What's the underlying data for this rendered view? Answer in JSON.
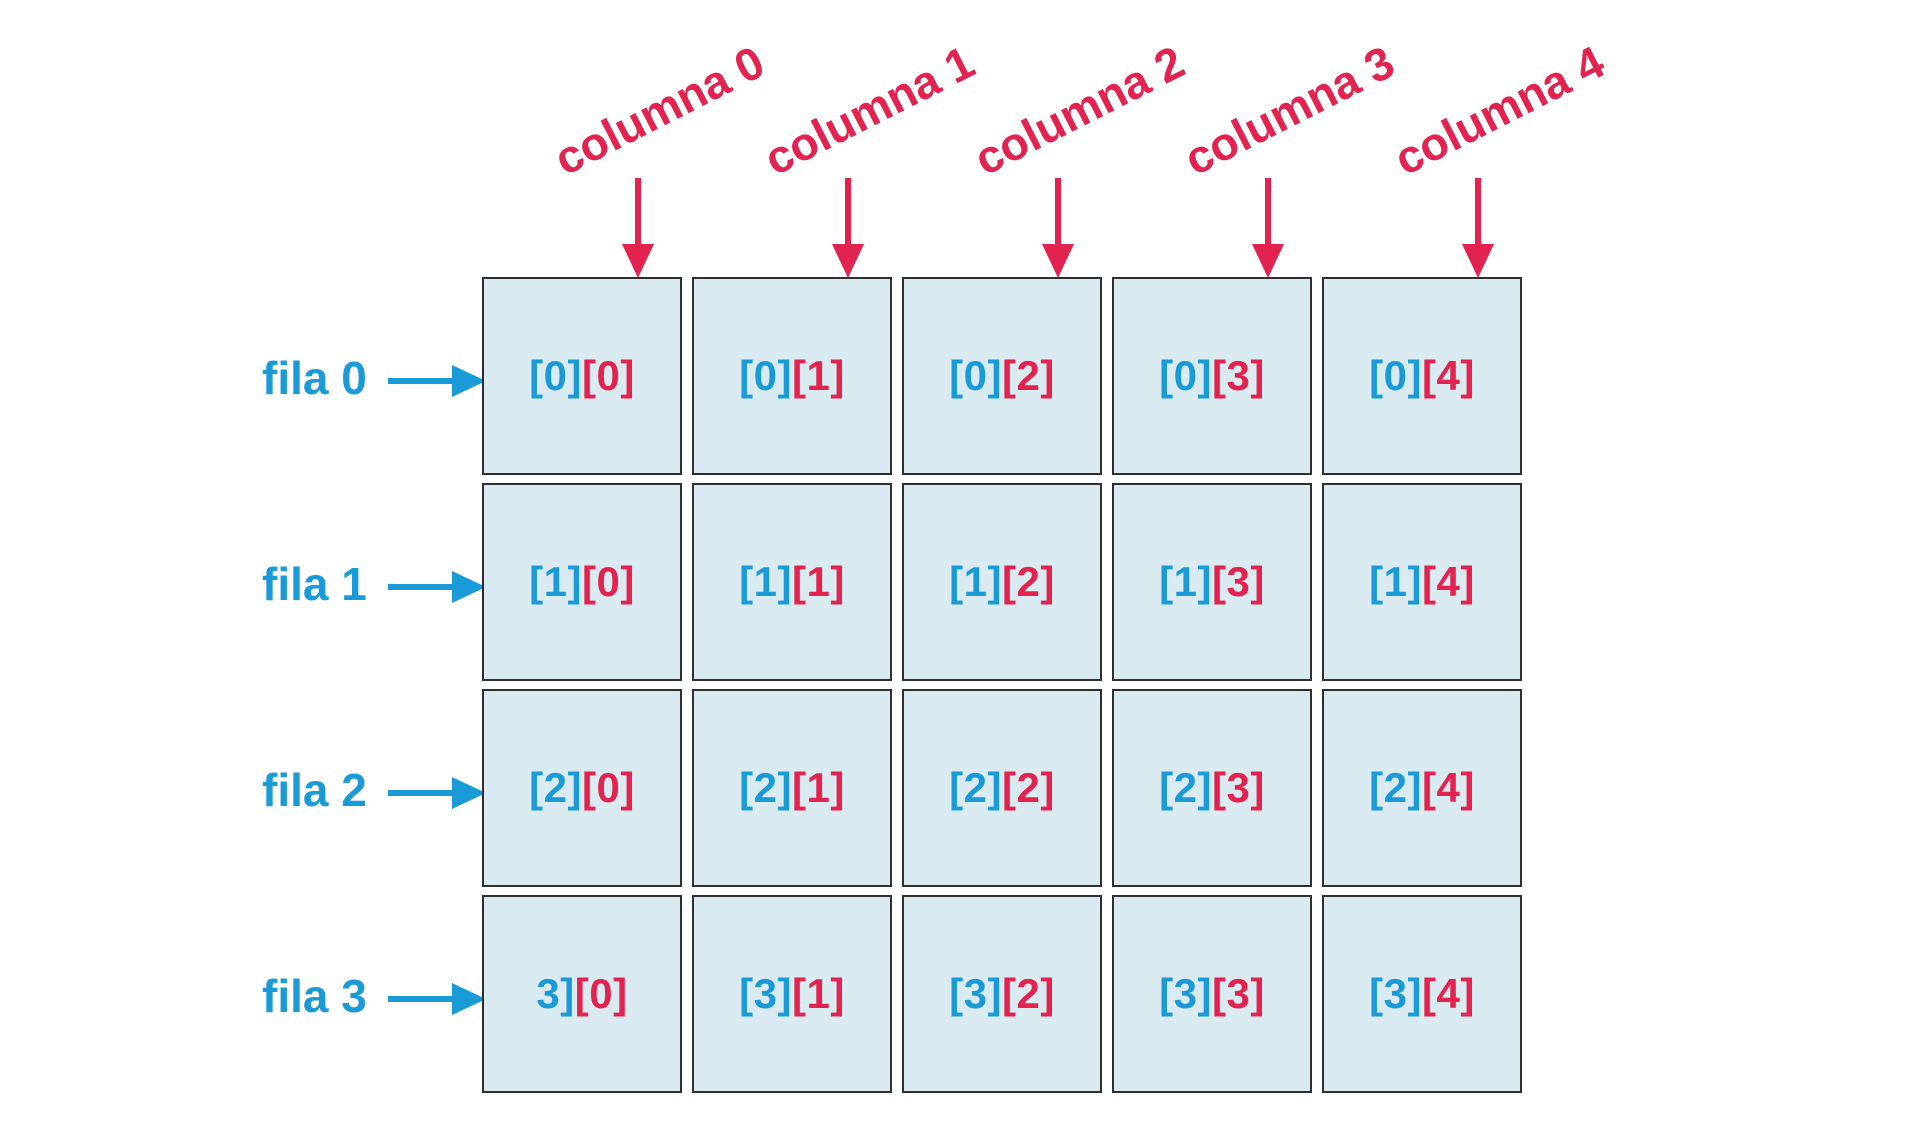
{
  "colors": {
    "row_accent": "#1a9ad6",
    "column_accent": "#e2224f",
    "cell_fill": "#daeaf1",
    "cell_border": "#2f2f2f"
  },
  "columns": [
    {
      "label": "columna 0"
    },
    {
      "label": "columna 1"
    },
    {
      "label": "columna 2"
    },
    {
      "label": "columna 3"
    },
    {
      "label": "columna 4"
    }
  ],
  "rows": [
    {
      "label": "fila 0",
      "cells": [
        {
          "row": "[0]",
          "col": "[0]"
        },
        {
          "row": "[0]",
          "col": "[1]"
        },
        {
          "row": "[0]",
          "col": "[2]"
        },
        {
          "row": "[0]",
          "col": "[3]"
        },
        {
          "row": "[0]",
          "col": "[4]"
        }
      ]
    },
    {
      "label": "fila 1",
      "cells": [
        {
          "row": "[1]",
          "col": "[0]"
        },
        {
          "row": "[1]",
          "col": "[1]"
        },
        {
          "row": "[1]",
          "col": "[2]"
        },
        {
          "row": "[1]",
          "col": "[3]"
        },
        {
          "row": "[1]",
          "col": "[4]"
        }
      ]
    },
    {
      "label": "fila 2",
      "cells": [
        {
          "row": "[2]",
          "col": "[0]"
        },
        {
          "row": "[2]",
          "col": "[1]"
        },
        {
          "row": "[2]",
          "col": "[2]"
        },
        {
          "row": "[2]",
          "col": "[3]"
        },
        {
          "row": "[2]",
          "col": "[4]"
        }
      ]
    },
    {
      "label": "fila 3",
      "cells": [
        {
          "row": "3]",
          "col": "[0]"
        },
        {
          "row": "[3]",
          "col": "[1]"
        },
        {
          "row": "[3]",
          "col": "[2]"
        },
        {
          "row": "[3]",
          "col": "[3]"
        },
        {
          "row": "[3]",
          "col": "[4]"
        }
      ]
    }
  ]
}
